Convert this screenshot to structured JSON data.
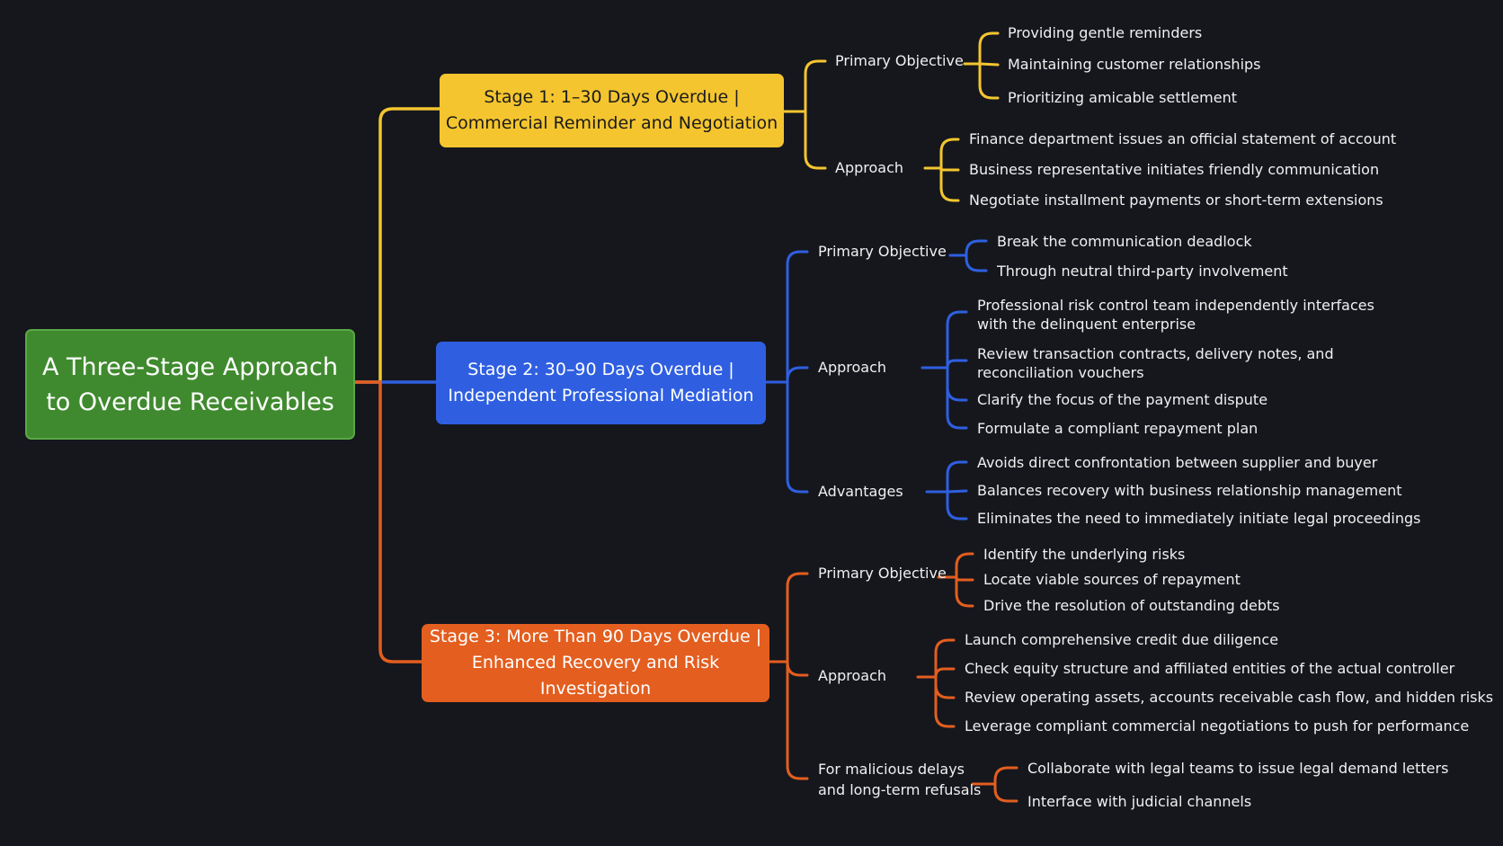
{
  "colors": {
    "background": "#15171d",
    "root": "#3f8a2e",
    "stage1": "#f4c52f",
    "stage2": "#2f5fe0",
    "stage3": "#e35e1f"
  },
  "root": {
    "line1": "A Three-Stage Approach",
    "line2": "to Overdue Receivables"
  },
  "stage1": {
    "line1": "Stage 1: 1–30 Days Overdue |",
    "line2": "Commercial Reminder and Negotiation",
    "objective": {
      "label": "Primary Objective",
      "items": [
        "Providing gentle reminders",
        "Maintaining customer relationships",
        "Prioritizing amicable settlement"
      ]
    },
    "approach": {
      "label": "Approach",
      "items": [
        "Finance department issues an official statement of account",
        "Business representative initiates friendly communication",
        "Negotiate installment payments or short-term extensions"
      ]
    }
  },
  "stage2": {
    "line1": "Stage 2: 30–90 Days Overdue |",
    "line2": "Independent Professional Mediation",
    "objective": {
      "label": "Primary Objective",
      "items": [
        "Break the communication deadlock",
        "Through neutral third-party involvement"
      ]
    },
    "approach": {
      "label": "Approach",
      "item1_line1": "Professional risk control team independently interfaces",
      "item1_line2": "with the delinquent enterprise",
      "item2_line1": "Review transaction contracts, delivery notes, and",
      "item2_line2": "reconciliation vouchers",
      "item3": "Clarify the focus of the payment dispute",
      "item4": "Formulate a compliant repayment plan"
    },
    "advantages": {
      "label": "Advantages",
      "items": [
        "Avoids direct confrontation between supplier and buyer",
        "Balances recovery with business relationship management",
        "Eliminates the need to immediately initiate legal proceedings"
      ]
    }
  },
  "stage3": {
    "line1": "Stage 3: More Than 90 Days Overdue |",
    "line2": "Enhanced Recovery and Risk Investigation",
    "objective": {
      "label": "Primary Objective",
      "items": [
        "Identify the underlying risks",
        "Locate viable sources of repayment",
        "Drive the resolution of outstanding debts"
      ]
    },
    "approach": {
      "label": "Approach",
      "items": [
        "Launch comprehensive credit due diligence",
        "Check equity structure and affiliated entities of the actual controller",
        "Review operating assets, accounts receivable cash flow, and hidden risks",
        "Leverage compliant commercial negotiations to push for performance"
      ]
    },
    "malicious": {
      "label_line1": "For malicious delays",
      "label_line2": "and long-term refusals",
      "items": [
        "Collaborate with legal teams to issue legal demand letters",
        "Interface with judicial channels"
      ]
    }
  }
}
